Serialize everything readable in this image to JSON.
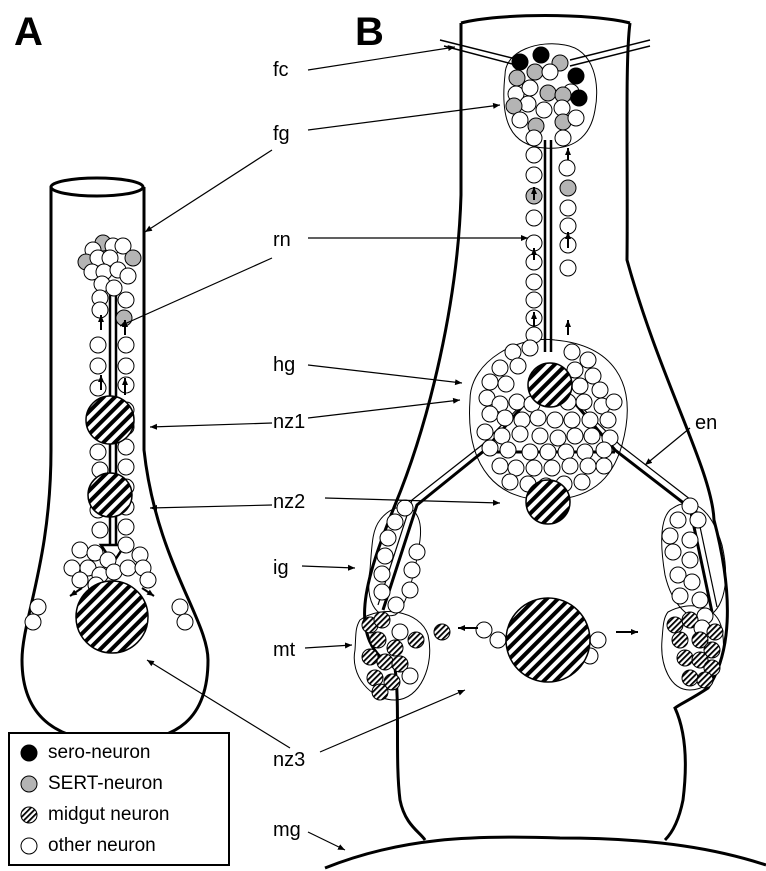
{
  "panels": {
    "a": "A",
    "b": "B"
  },
  "labels": {
    "fc": "fc",
    "fg": "fg",
    "rn": "rn",
    "hg": "hg",
    "nz1": "nz1",
    "nz2": "nz2",
    "ig": "ig",
    "mt": "mt",
    "nz3": "nz3",
    "mg": "mg",
    "en": "en"
  },
  "legend": {
    "items": [
      {
        "type": "sero",
        "label": "sero-neuron"
      },
      {
        "type": "sert",
        "label": "SERT-neuron"
      },
      {
        "type": "midgut",
        "label": "midgut neuron"
      },
      {
        "type": "other",
        "label": "other neuron"
      }
    ]
  },
  "colors": {
    "sero": "#000000",
    "sert": "#b4b4b4",
    "other": "#ffffff",
    "outline": "#000000"
  }
}
